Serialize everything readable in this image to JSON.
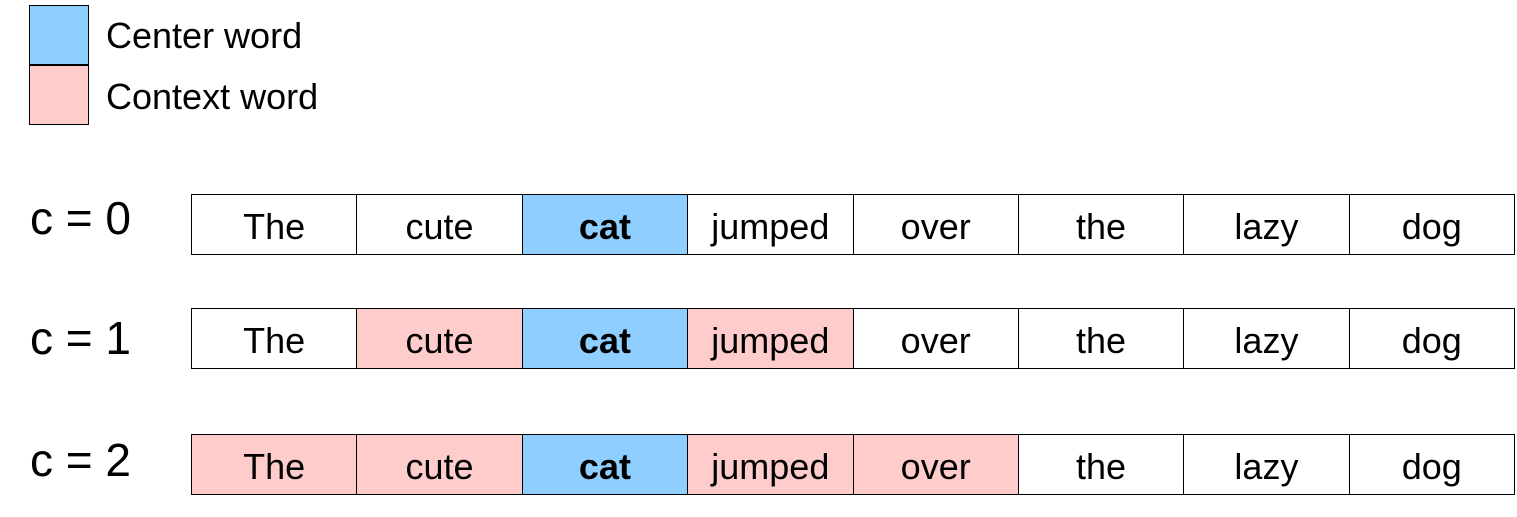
{
  "colors": {
    "center": "#8ecfff",
    "context": "#ffcccc",
    "none": "#ffffff"
  },
  "legend": {
    "center_label": "Center word",
    "context_label": "Context word"
  },
  "words": [
    "The",
    "cute",
    "cat",
    "jumped",
    "over",
    "the",
    "lazy",
    "dog"
  ],
  "center_index": 2,
  "rows": [
    {
      "label": "c = 0",
      "roles": [
        "none",
        "none",
        "center",
        "none",
        "none",
        "none",
        "none",
        "none"
      ]
    },
    {
      "label": "c = 1",
      "roles": [
        "none",
        "context",
        "center",
        "context",
        "none",
        "none",
        "none",
        "none"
      ]
    },
    {
      "label": "c = 2",
      "roles": [
        "context",
        "context",
        "center",
        "context",
        "context",
        "none",
        "none",
        "none"
      ]
    }
  ]
}
